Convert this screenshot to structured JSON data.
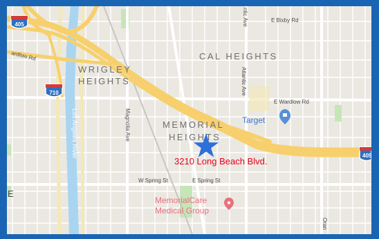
{
  "map": {
    "neighborhoods": [
      "WRIGLEY",
      "HEIGHTS",
      "CAL HEIGHTS",
      "MEMORIAL",
      "HEIGHTS"
    ],
    "streets": {
      "e_bixby_rd": "E Bixby Rd",
      "wardlow_rd_west": "ardlow Rd",
      "e_wardlow_rd": "E Wardlow Rd",
      "atlantic_ave_top": "ntic Ave",
      "atlantic_ave": "Atlantic Ave",
      "magnolia_ave": "Magnolia Ave",
      "w_spring_st": "W Spring St",
      "e_spring_st": "E Spring St",
      "orange_ave": "Oran",
      "los_angeles_river": "Los Angeles River"
    },
    "highways": {
      "i405_left": "405",
      "i710": "710",
      "i405_right": "405"
    },
    "places": {
      "target": "Target",
      "memorialcare": [
        "MemorialCare",
        "Medical Group"
      ]
    },
    "marker_address": "3210 Long Beach Blvd.",
    "left_edge_letter": "E",
    "colors": {
      "frame": "#1a64b4",
      "land": "#ebe8e2",
      "freeway": "#f7d06d",
      "river": "#a9d5f1",
      "park": "#c6e5b8",
      "marker": "#2e6fd9",
      "address": "#e8001b",
      "poi": "#e9707a",
      "target_pin": "#5a8fd8"
    }
  }
}
